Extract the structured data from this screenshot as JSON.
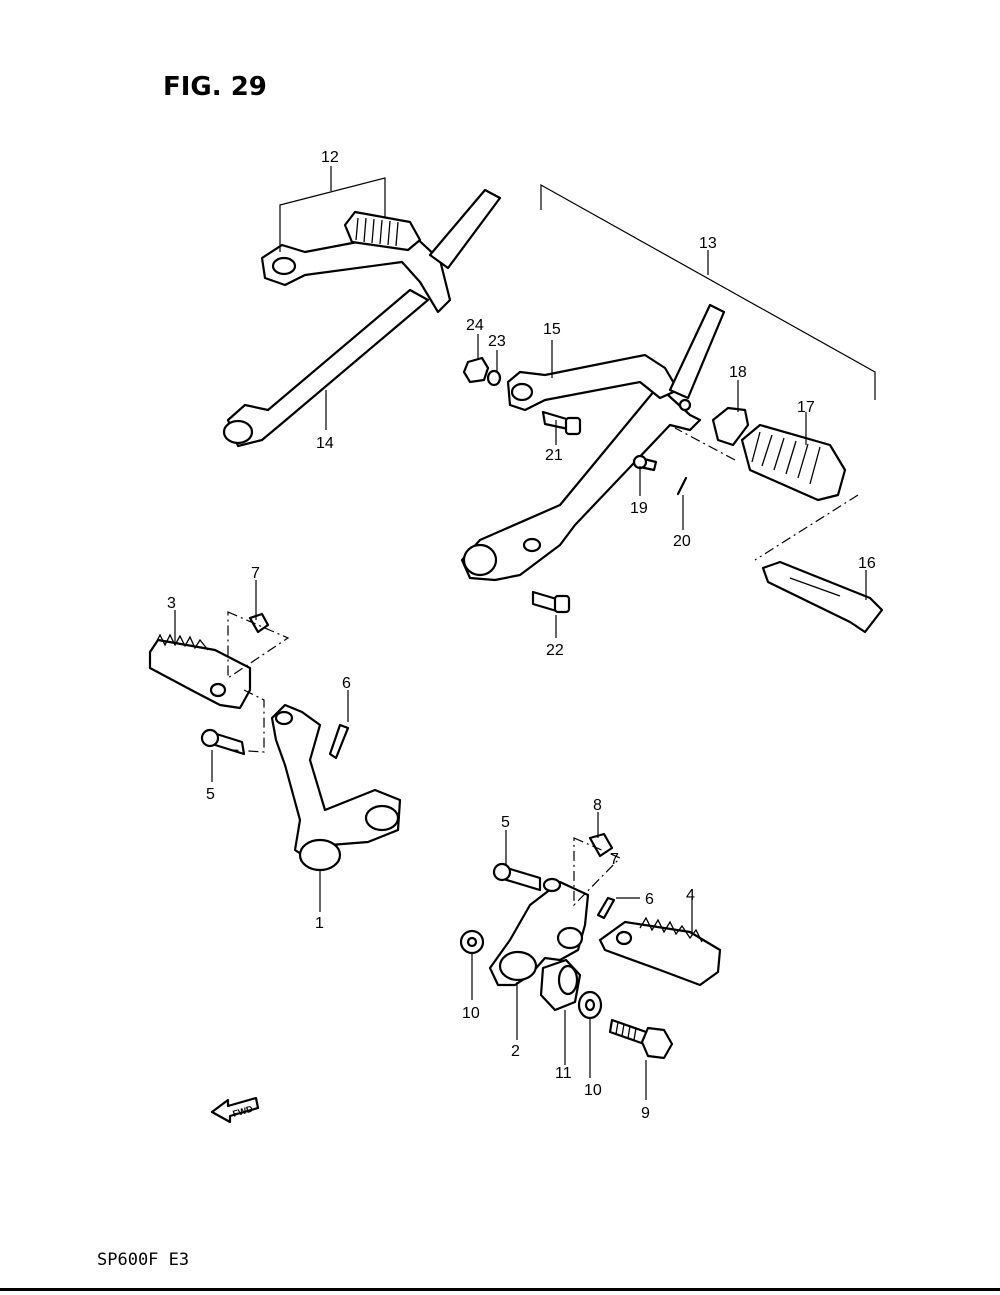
{
  "figure": {
    "title": "FIG. 29"
  },
  "footer": {
    "model": "SP600F  E3"
  },
  "fwd_arrow": {
    "label": "FWD"
  },
  "callouts": {
    "c1": "1",
    "c2": "2",
    "c3": "3",
    "c4": "4",
    "c5a": "5",
    "c5b": "5",
    "c6a": "6",
    "c6b": "6",
    "c7a": "7",
    "c7b": "7",
    "c8": "8",
    "c9": "9",
    "c10a": "10",
    "c10b": "10",
    "c11": "11",
    "c12": "12",
    "c13": "13",
    "c14": "14",
    "c15": "15",
    "c16": "16",
    "c17": "17",
    "c18": "18",
    "c19": "19",
    "c20": "20",
    "c21": "21",
    "c22": "22",
    "c23": "23",
    "c24": "24"
  }
}
